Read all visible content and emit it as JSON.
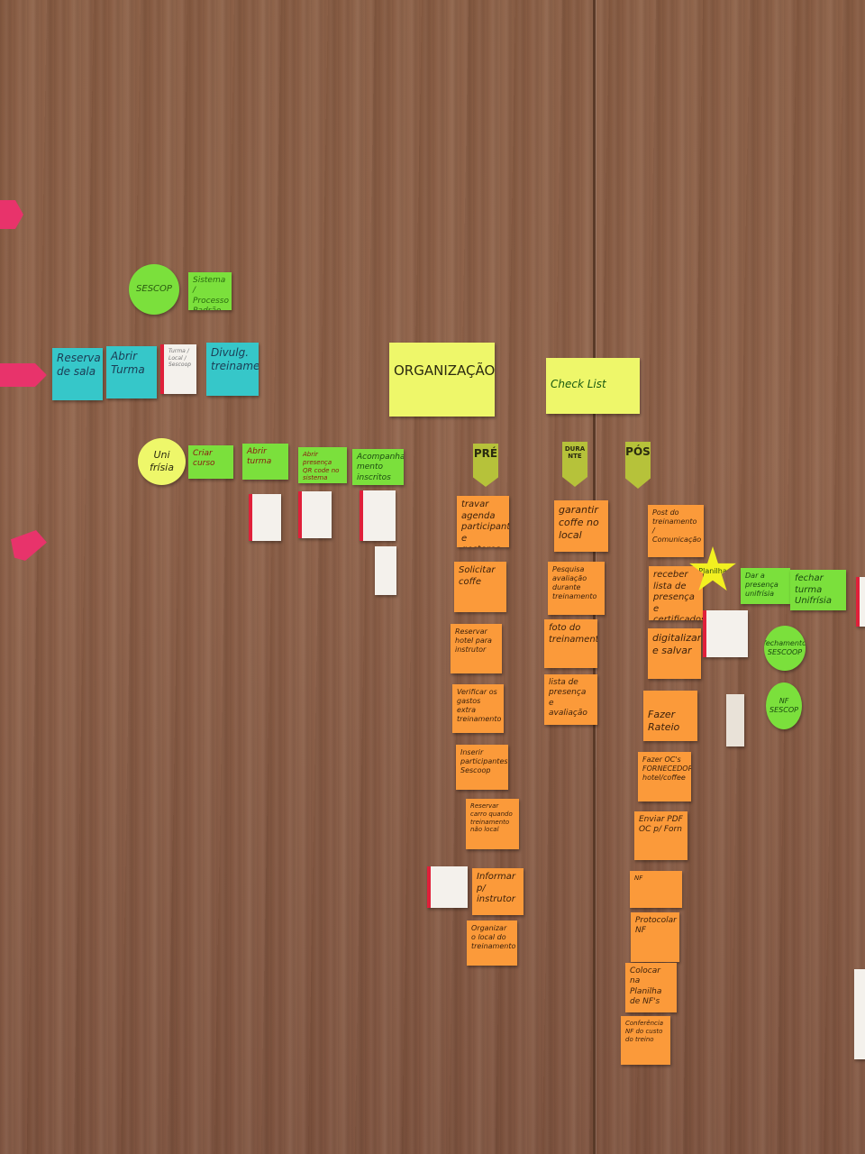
{
  "sescop_circle": "SESCOP",
  "sistema_note": "Sistema / Processo Padrão",
  "flow_top": {
    "reserva": "Reserva de sala",
    "abrir_turma": "Abrir Turma",
    "white_note": "Turma / Local / Sescoop",
    "divulg": "Divulg. treinamento"
  },
  "unifrisia_circle": "Uni frísia",
  "flow_unifrisia": {
    "criar_curso": "Criar curso",
    "abrir_turma": "Abrir turma",
    "abrir_presenca": "Abrir presença QR code no sistema",
    "acompanhamento": "Acompanha-mento inscritos"
  },
  "titles": {
    "organizacao": "ORGANIZAÇÃO",
    "checklist": "Check List"
  },
  "phase_labels": {
    "pre": "PRÉ",
    "durante": "DURANTE",
    "pos": "PÓS"
  },
  "pre_notes": [
    "travar agenda participante e gestores",
    "Solicitar coffe",
    "Reservar hotel para instrutor",
    "Verificar os gastos extra treinamento",
    "Inserir participantes Sescoop",
    "Reservar carro quando treinamento não local",
    "Informar p/ instrutor",
    "Organizar o local do treinamento"
  ],
  "durante_notes": [
    "garantir coffe no local",
    "Pesquisa avaliação durante treinamento",
    "foto do treinamento",
    "lista de presença e avaliação"
  ],
  "pos_notes": [
    "Post do treinamento / Comunicação",
    "receber lista de presença e certificados",
    "digitalizar e salvar",
    "Fazer Rateio",
    "Fazer OC's FORNECEDOR hotel/coffee",
    "Enviar PDF OC p/ Forn",
    "NF",
    "Protocolar NF",
    "Colocar na Planilha de NF's",
    "Conferência NF do custo do treino"
  ],
  "side_notes": {
    "star": "Planilha",
    "dar_presenca": "Dar a presença unifrísia",
    "fechar_turma": "fechar turma Unifrísia",
    "fechamento": "fechamento SESCOOP",
    "nf_sescop": "NF SESCOP"
  }
}
